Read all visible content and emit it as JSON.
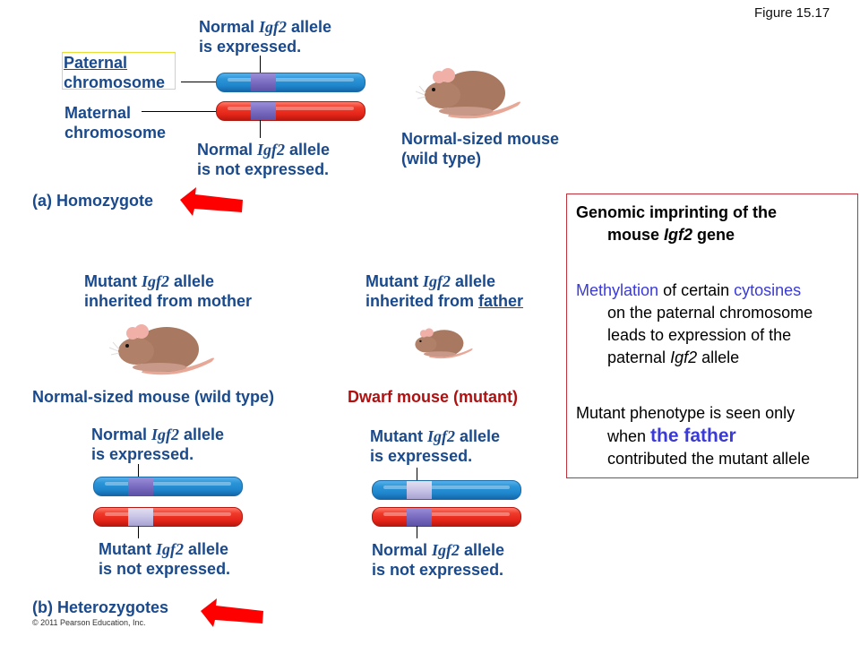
{
  "figure_label": "Figure 15.17",
  "panel_a": {
    "label": "(a) Homozygote",
    "paternal_label_line1": "Paternal",
    "paternal_label_line2": "chromosome",
    "maternal_label_line1": "Maternal",
    "maternal_label_line2": "chromosome",
    "top_callout": {
      "prefix": "Normal ",
      "gene": "Igf2",
      "suffix": " allele",
      "line2": "is expressed."
    },
    "bottom_callout": {
      "prefix": "Normal ",
      "gene": "Igf2",
      "suffix": " allele",
      "line2": "is not expressed."
    },
    "mouse_caption_line1": "Normal-sized mouse",
    "mouse_caption_line2": "(wild type)"
  },
  "panel_b": {
    "label": "(b) Heterozygotes",
    "left": {
      "heading": {
        "prefix": "Mutant ",
        "gene": "Igf2",
        "suffix": " allele",
        "line2": "inherited from mother"
      },
      "mouse_caption": "Normal-sized mouse (wild type)",
      "top_callout": {
        "prefix": "Normal ",
        "gene": "Igf2",
        "suffix": " allele",
        "line2": "is expressed."
      },
      "bottom_callout": {
        "prefix": "Mutant ",
        "gene": "Igf2",
        "suffix": " allele",
        "line2": "is not expressed."
      }
    },
    "right": {
      "heading": {
        "prefix": "Mutant ",
        "gene": "Igf2",
        "suffix": " allele",
        "line2_prefix": "inherited from ",
        "line2_underlined": "father"
      },
      "mouse_caption": "Dwarf mouse (mutant)",
      "top_callout": {
        "prefix": "Mutant ",
        "gene": "Igf2",
        "suffix": " allele",
        "line2": "is expressed."
      },
      "bottom_callout": {
        "prefix": "Normal ",
        "gene": "Igf2",
        "suffix": " allele",
        "line2": "is not expressed."
      }
    }
  },
  "info_box": {
    "title_line1": "Genomic imprinting  of the",
    "title_line2_prefix": "mouse ",
    "title_line2_gene": "Igf2",
    "title_line2_suffix": " gene",
    "p2_hl1": "Methylation",
    "p2_mid": " of certain ",
    "p2_hl2": "cytosines",
    "p2_line2": "on the paternal chromosome",
    "p2_line3": "leads to expression of the",
    "p2_line4_prefix": "paternal ",
    "p2_line4_gene": "Igf2",
    "p2_line4_suffix": " allele",
    "p3_line1": "Mutant phenotype  is seen only",
    "p3_line2_prefix": "when ",
    "p3_line2_hl": "the father",
    "p3_line3": "contributed the mutant allele"
  },
  "copyright": "© 2011 Pearson Education, Inc.",
  "colors": {
    "label_blue": "#1a4a8c",
    "dwarf_red": "#b01010",
    "highlight_blue": "#3a3ad8",
    "arrow_red": "#ff0000",
    "box_border": "#c0303a"
  }
}
